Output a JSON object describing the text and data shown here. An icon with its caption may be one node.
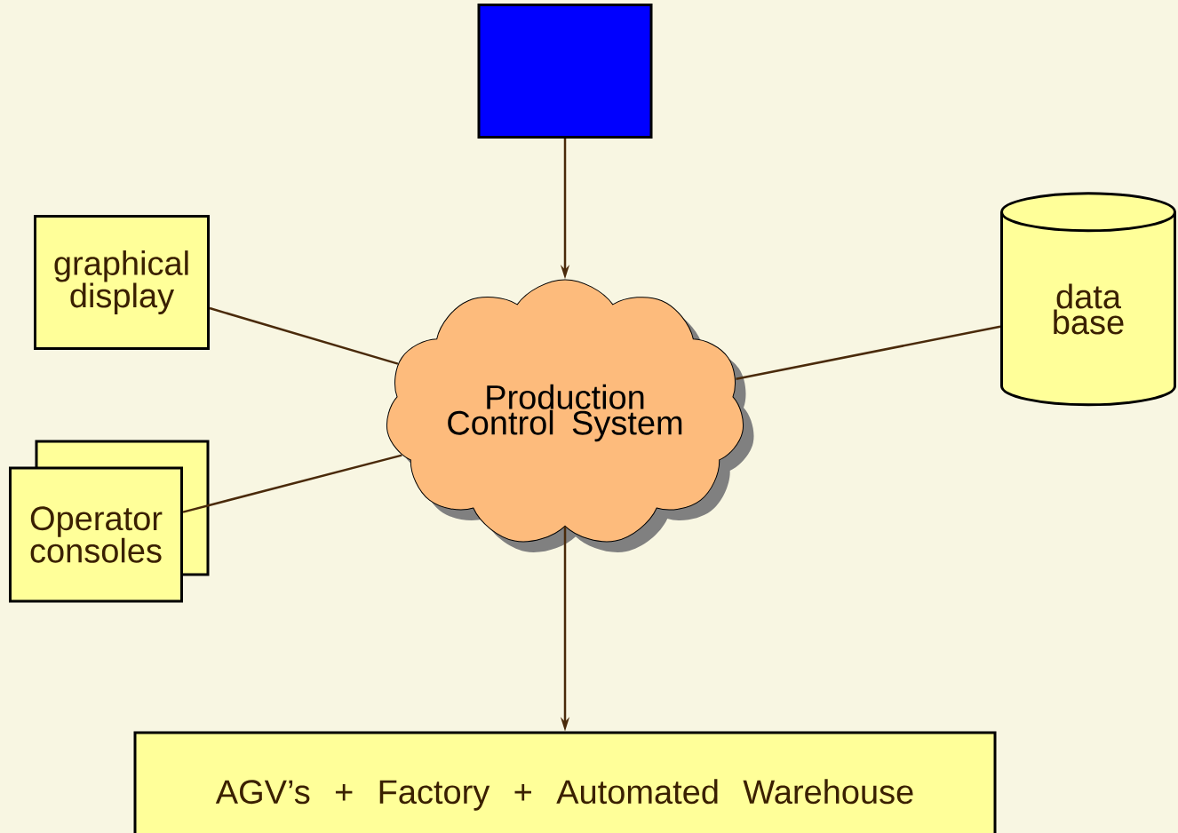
{
  "diagram": {
    "nodes": [
      {
        "text": [],
        "shape": "box"
      },
      {
        "text": [
          "graphical display"
        ]
      },
      {
        "text": [
          "Production Control System"
        ]
      },
      {
        "text": [
          "data base"
        ]
      },
      {
        "text": [
          "Operator consoles"
        ]
      },
      {
        "text": [
          "AGV’s + Factory + Automated Warehouse"
        ]
      }
    ],
    "edges": [
      {
        "from": 0,
        "to": 2,
        "arrow": "to"
      },
      {
        "from": 1,
        "to": 2,
        "arrow": "none"
      },
      {
        "from": 3,
        "to": 2,
        "arrow": "none"
      },
      {
        "from": 4,
        "to": 2,
        "arrow": "none"
      },
      {
        "from": 2,
        "to": 5,
        "arrow": "to"
      }
    ]
  }
}
